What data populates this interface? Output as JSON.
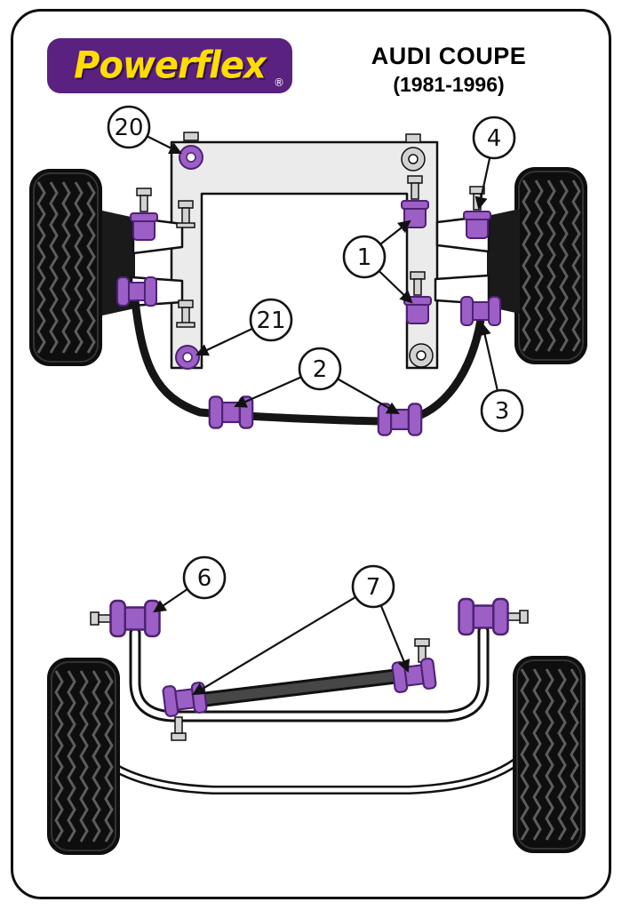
{
  "header": {
    "brand": "Powerflex",
    "registered_mark": "®",
    "model": "AUDI COUPE",
    "years": "(1981-1996)"
  },
  "colors": {
    "logo_background": "#5A2181",
    "logo_text": "#FFDD00",
    "bush_purple": "#9B5FC6",
    "bush_purple_dark": "#4E2173",
    "line_black": "#111111",
    "subframe_gray": "#EBEBEB",
    "metal_gray": "#D2D2D2",
    "rod_gray": "#474747"
  },
  "front_diagram": {
    "callouts": {
      "c20": "20",
      "c4": "4",
      "c1": "1",
      "c21": "21",
      "c2": "2",
      "c3": "3"
    }
  },
  "rear_diagram": {
    "callouts": {
      "c6": "6",
      "c7": "7"
    }
  }
}
